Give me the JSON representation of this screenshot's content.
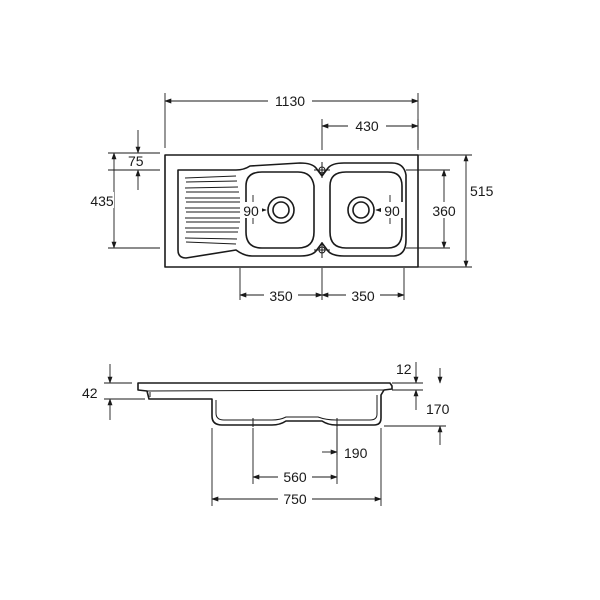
{
  "top_view": {
    "overall_width": "1130",
    "bowl_offset": "430",
    "drainboard_rim": "75",
    "drainboard_depth": "435",
    "bowl_depth": "360",
    "overall_depth": "515",
    "left_bowl_waste": "90",
    "right_bowl_waste": "90",
    "left_bowl_width": "350",
    "right_bowl_width": "350"
  },
  "side_view": {
    "rim_thickness": "12",
    "drainboard_drop": "42",
    "bowl_depth": "170",
    "shallow_depth": "190",
    "waste_spacing": "560",
    "bowl_length": "750"
  }
}
